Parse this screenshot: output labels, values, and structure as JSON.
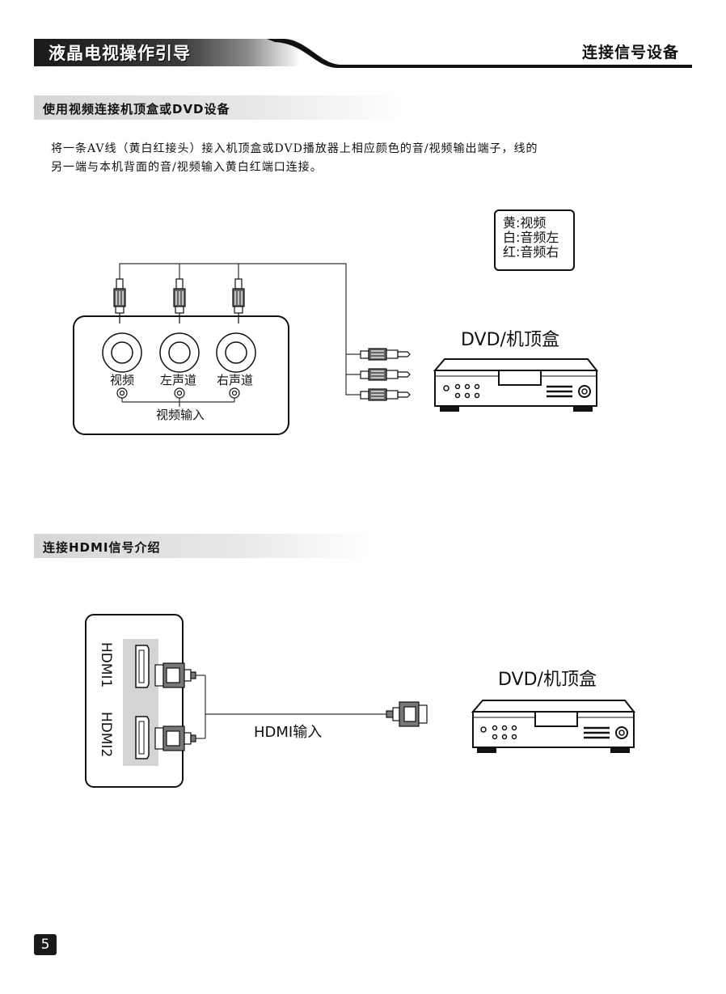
{
  "header": {
    "left_title": "液晶电视操作引导",
    "right_title": "连接信号设备"
  },
  "section1": {
    "title": "使用视频连接机顶盒或DVD设备",
    "paragraph_line1": "将一条AV线（黄白红接头）接入机顶盒或DVD播放器上相应颜色的音/视频输出端子，线的",
    "paragraph_line2": "另一端与本机背面的音/视频输入黄白红端口连接。",
    "legend": {
      "line1": "黄:视频",
      "line2": "白:音频左",
      "line3": "红:音频右"
    },
    "port_labels": [
      "视频",
      "左声道",
      "右声道"
    ],
    "input_label": "视频输入",
    "device_label": "DVD/机顶盒"
  },
  "section2": {
    "title": "连接HDMI信号介绍",
    "port1": "HDMI1",
    "port2": "HDMI2",
    "input_label": "HDMI输入",
    "device_label": "DVD/机顶盒"
  },
  "page_number": "5",
  "colors": {
    "header_dark": "#1a1a1a",
    "section_bar": "#d6d6d6",
    "hdmi_panel": "#d4d4d4"
  }
}
